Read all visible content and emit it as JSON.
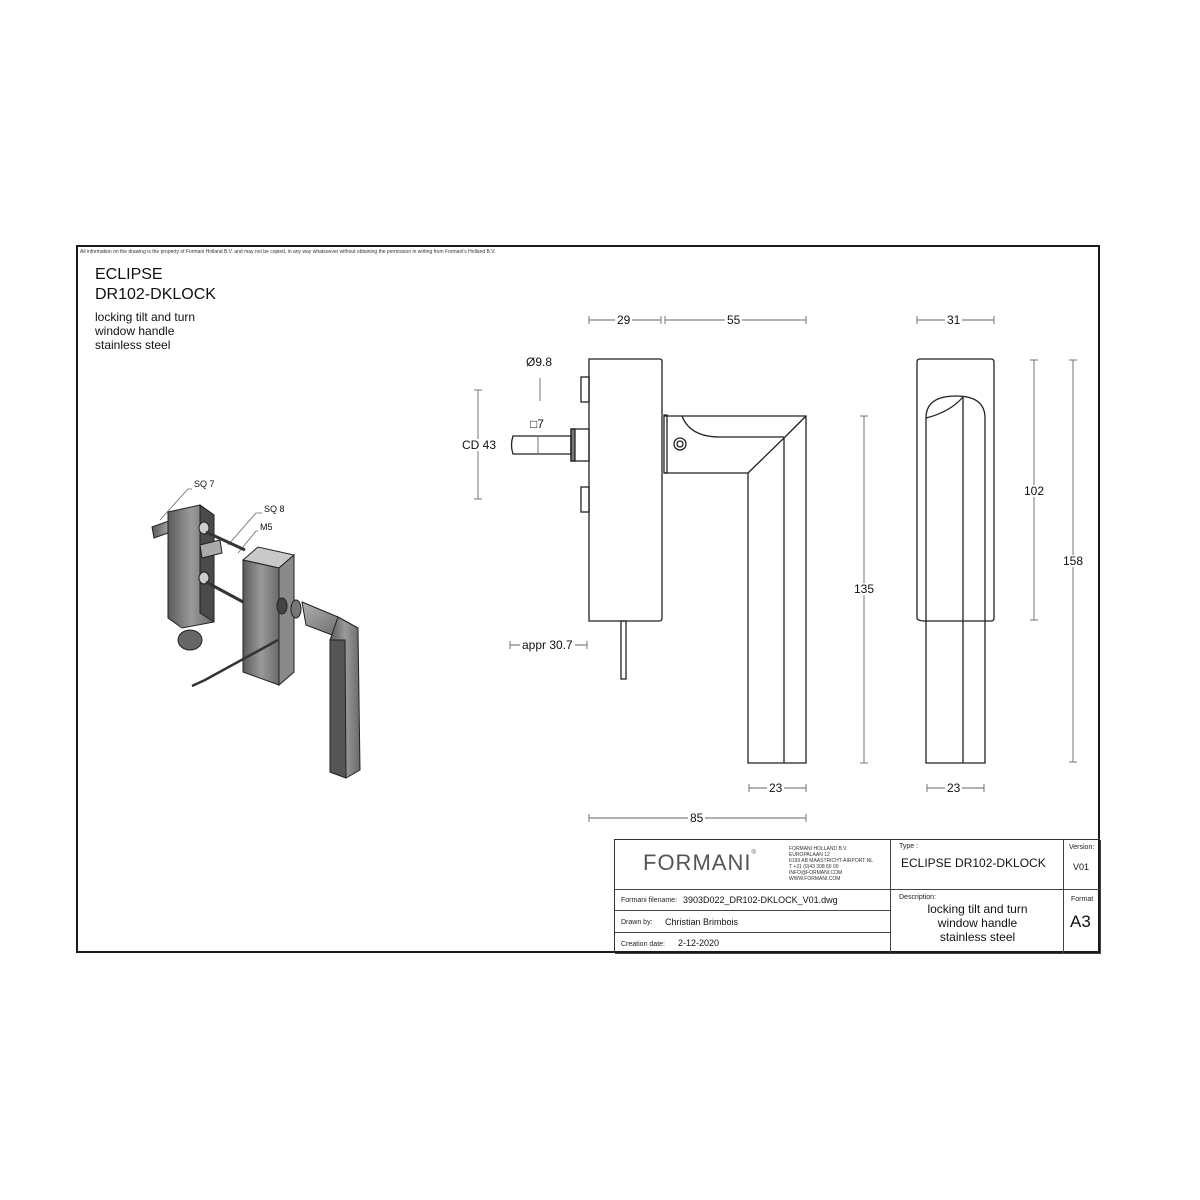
{
  "copyright_notice": "All information on the drawing is the property of Formani Holland B.V. and may not be copied, in any way whatsoever without obtaining the permission in writing from Formani's Holland B.V.",
  "header": {
    "product_line": "ECLIPSE",
    "model": "DR102-DKLOCK",
    "description": [
      "locking tilt and turn",
      "window handle",
      "stainless steel"
    ]
  },
  "isometric_callouts": {
    "sq7": "SQ 7",
    "sq8": "SQ 8",
    "m5": "M5"
  },
  "dimensions": {
    "side_view": {
      "rose_depth": "29",
      "lever_projection": "55",
      "spindle_diameter": "Ø9.8",
      "spindle_square": "□7",
      "center_distance": "CD 43",
      "rod_length": "appr 30.7",
      "lever_height": "135",
      "lever_width": "23",
      "overall_depth": "85"
    },
    "front_view": {
      "rose_width": "31",
      "rose_height": "102",
      "overall_height": "158",
      "lever_width": "23"
    }
  },
  "title_block": {
    "logo": "FORMANI",
    "logo_mark": "®",
    "company_address": [
      "FORMANI HOLLAND B.V.",
      "EUROPALAAN 12",
      "6199 AB MAASTRICHT-AIRPORT NL",
      "T +31 (0)43 308 60 00",
      "INFO@FORMANI.COM",
      "WWW.FORMANI.COM"
    ],
    "filename_label": "Formani filename:",
    "filename": "3903D022_DR102-DKLOCK_V01.dwg",
    "drawn_by_label": "Drawn by:",
    "drawn_by": "Christian Brimbois",
    "creation_date_label": "Creation date:",
    "creation_date": "2-12-2020",
    "type_label": "Type :",
    "type": "ECLIPSE DR102-DKLOCK",
    "version_label": "Version:",
    "version": "V01",
    "description_label": "Description:",
    "description": [
      "locking tilt and turn",
      "window handle",
      "stainless steel"
    ],
    "format_label": "Format",
    "format": "A3"
  }
}
